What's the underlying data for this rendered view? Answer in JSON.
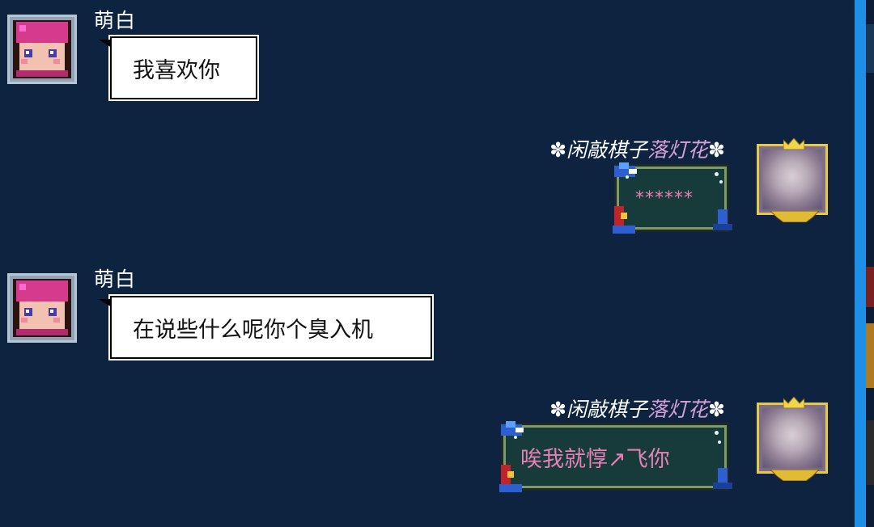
{
  "messages": [
    {
      "side": "left",
      "sender": "萌白",
      "text": "我喜欢你"
    },
    {
      "side": "right",
      "sender_part1": "闲敲棋子",
      "sender_part2": "落灯花",
      "flower": "✽",
      "text": "******"
    },
    {
      "side": "left",
      "sender": "萌白",
      "text": "在说些什么呢你个臭入机"
    },
    {
      "side": "right",
      "sender_part1": "闲敲棋子",
      "sender_part2": "落灯花",
      "flower": "✽",
      "text": "唉我就惇↗飞你"
    }
  ],
  "icons": [
    "pixel-avatar-icon",
    "crown-icon",
    "flower-icon",
    "dragon-decoration-icon"
  ],
  "colors": {
    "background": "#0d2340",
    "name_pink": "#d9a0d6",
    "bubble_text_pink": "#e780b7",
    "frame_gold": "#e6c84a",
    "edge_blue": "#1e8fe6"
  }
}
